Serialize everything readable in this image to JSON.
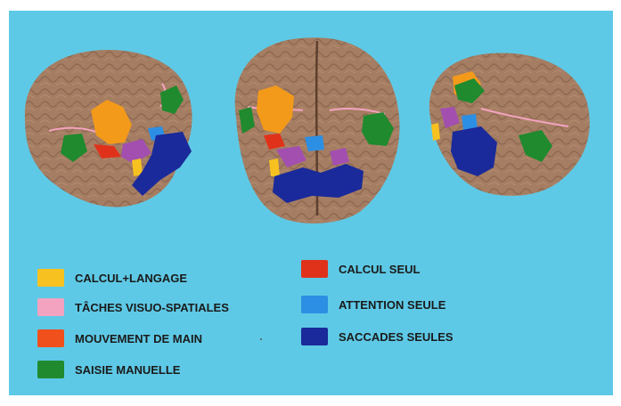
{
  "legend": {
    "left": [
      {
        "label": "CALCUL+LANGAGE",
        "color": "#f7c21f"
      },
      {
        "label": "TÂCHES VISUO-SPATIALES",
        "color": "#f3a3c0"
      },
      {
        "label": "MOUVEMENT DE MAIN",
        "color": "#f0501c"
      },
      {
        "label": "SAISIE MANUELLE",
        "color": "#1f8a2e"
      }
    ],
    "right": [
      {
        "label": "CALCUL SEUL",
        "color": "#e0321a"
      },
      {
        "label": "ATTENTION SEULE",
        "color": "#2d8fe3"
      },
      {
        "label": "SACCADES SEULES",
        "color": "#1a2a9a"
      }
    ]
  },
  "colors": {
    "background": "#5ec9e6",
    "brain": "#a57d62",
    "brain_fold": "#7a5844",
    "orange": "#f39a1a"
  }
}
